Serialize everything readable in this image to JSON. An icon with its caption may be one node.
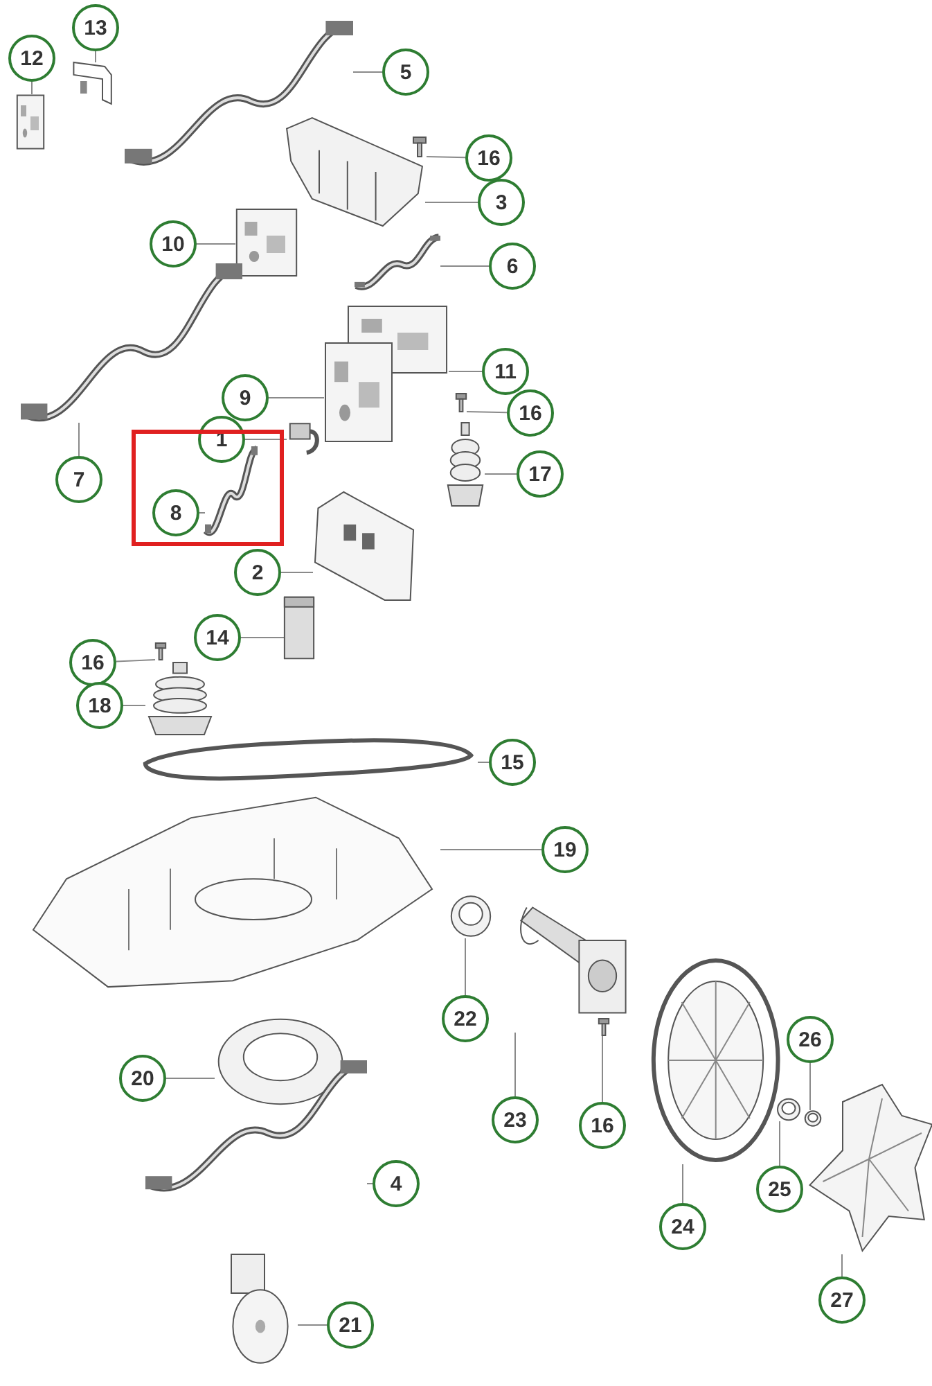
{
  "diagram": {
    "nodes": [
      {
        "text": [
          "13"
        ]
      },
      {
        "text": [],
        "shape": "picture"
      },
      {
        "text": [
          "12"
        ]
      },
      {
        "text": [],
        "shape": "picture"
      },
      {
        "text": [
          "5"
        ]
      },
      {
        "text": [],
        "shape": "picture"
      },
      {
        "text": [
          "16"
        ]
      },
      {
        "text": [],
        "shape": "picture"
      },
      {
        "text": [
          "3"
        ]
      },
      {
        "text": [],
        "shape": "picture"
      },
      {
        "text": [
          "10"
        ]
      },
      {
        "text": [],
        "shape": "picture"
      },
      {
        "text": [
          "6"
        ]
      },
      {
        "text": [],
        "shape": "picture"
      },
      {
        "text": [
          "11"
        ]
      },
      {
        "text": [],
        "shape": "picture"
      },
      {
        "text": [
          "9"
        ]
      },
      {
        "text": [],
        "shape": "picture"
      },
      {
        "text": [
          "16"
        ]
      },
      {
        "text": [],
        "shape": "picture"
      },
      {
        "text": [
          "1"
        ]
      },
      {
        "text": [],
        "shape": "picture"
      },
      {
        "text": [
          "17"
        ]
      },
      {
        "text": [],
        "shape": "picture"
      },
      {
        "text": [
          "7"
        ]
      },
      {
        "text": [],
        "shape": "picture"
      },
      {
        "text": [
          "8"
        ]
      },
      {
        "text": [],
        "shape": "picture"
      },
      {
        "text": [
          "2"
        ]
      },
      {
        "text": [],
        "shape": "picture"
      },
      {
        "text": [
          "14"
        ]
      },
      {
        "text": [],
        "shape": "picture"
      },
      {
        "text": [
          "16"
        ]
      },
      {
        "text": [],
        "shape": "picture"
      },
      {
        "text": [
          "18"
        ]
      },
      {
        "text": [],
        "shape": "picture"
      },
      {
        "text": [
          "15"
        ]
      },
      {
        "text": [],
        "shape": "picture"
      },
      {
        "text": [
          "19"
        ]
      },
      {
        "text": [],
        "shape": "picture"
      },
      {
        "text": [
          "22"
        ]
      },
      {
        "text": [],
        "shape": "picture"
      },
      {
        "text": [
          "20"
        ]
      },
      {
        "text": [],
        "shape": "picture"
      },
      {
        "text": [
          "23"
        ]
      },
      {
        "text": [],
        "shape": "picture"
      },
      {
        "text": [
          "16"
        ]
      },
      {
        "text": [],
        "shape": "picture"
      },
      {
        "text": [
          "26"
        ]
      },
      {
        "text": [],
        "shape": "picture"
      },
      {
        "text": [
          "4"
        ]
      },
      {
        "text": [],
        "shape": "picture"
      },
      {
        "text": [
          "25"
        ]
      },
      {
        "text": [],
        "shape": "picture"
      },
      {
        "text": [
          "24"
        ]
      },
      {
        "text": [],
        "shape": "picture"
      },
      {
        "text": [
          "27"
        ]
      },
      {
        "text": [],
        "shape": "picture"
      },
      {
        "text": [
          "21"
        ]
      },
      {
        "text": [],
        "shape": "picture"
      }
    ],
    "edges": [
      {
        "from": 0,
        "to": 1,
        "arrow": "none"
      },
      {
        "from": 2,
        "to": 3,
        "arrow": "none"
      },
      {
        "from": 4,
        "to": 5,
        "arrow": "none"
      },
      {
        "from": 6,
        "to": 7,
        "arrow": "none"
      },
      {
        "from": 8,
        "to": 9,
        "arrow": "none"
      },
      {
        "from": 10,
        "to": 11,
        "arrow": "none"
      },
      {
        "from": 12,
        "to": 13,
        "arrow": "none"
      },
      {
        "from": 14,
        "to": 15,
        "arrow": "none"
      },
      {
        "from": 16,
        "to": 17,
        "arrow": "none"
      },
      {
        "from": 18,
        "to": 19,
        "arrow": "none"
      },
      {
        "from": 20,
        "to": 21,
        "arrow": "none"
      },
      {
        "from": 22,
        "to": 23,
        "arrow": "none"
      },
      {
        "from": 24,
        "to": 25,
        "arrow": "none"
      },
      {
        "from": 26,
        "to": 27,
        "arrow": "none"
      },
      {
        "from": 28,
        "to": 29,
        "arrow": "none"
      },
      {
        "from": 30,
        "to": 31,
        "arrow": "none"
      },
      {
        "from": 32,
        "to": 33,
        "arrow": "none"
      },
      {
        "from": 34,
        "to": 35,
        "arrow": "none"
      },
      {
        "from": 36,
        "to": 37,
        "arrow": "none"
      },
      {
        "from": 38,
        "to": 39,
        "arrow": "none"
      },
      {
        "from": 40,
        "to": 41,
        "arrow": "none"
      },
      {
        "from": 42,
        "to": 43,
        "arrow": "none"
      },
      {
        "from": 44,
        "to": 45,
        "arrow": "none"
      },
      {
        "from": 46,
        "to": 47,
        "arrow": "none"
      },
      {
        "from": 48,
        "to": 49,
        "arrow": "none"
      },
      {
        "from": 50,
        "to": 51,
        "arrow": "none"
      },
      {
        "from": 52,
        "to": 53,
        "arrow": "none"
      },
      {
        "from": 54,
        "to": 55,
        "arrow": "none"
      },
      {
        "from": 56,
        "to": 57,
        "arrow": "none"
      },
      {
        "from": 58,
        "to": 59,
        "arrow": "none"
      }
    ]
  }
}
